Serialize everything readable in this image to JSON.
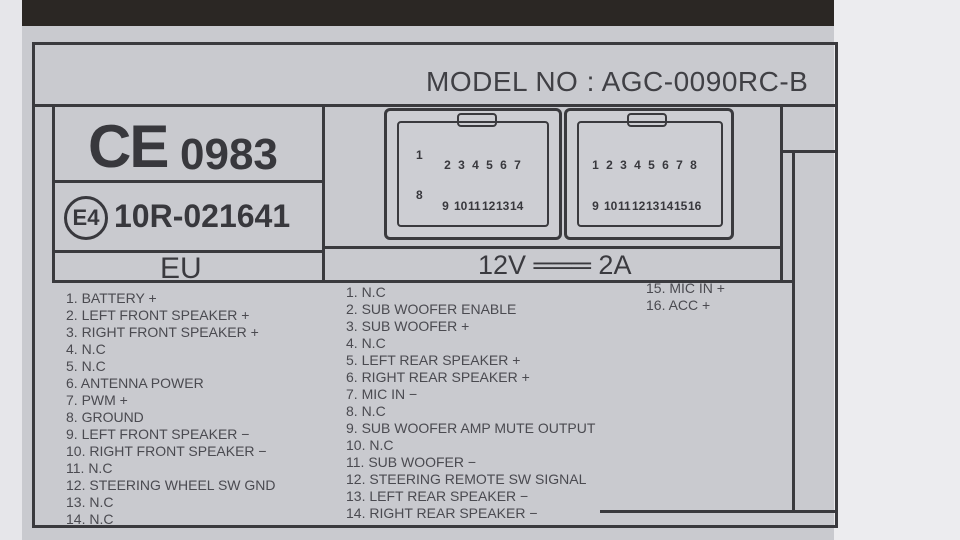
{
  "label": {
    "model": "MODEL NO : AGC-0090RC-B",
    "ce_mark": "CE",
    "ce_number": "0983",
    "e_mark": "E4",
    "e_number": "10R-021641",
    "region": "EU",
    "power": "12V ═══ 2A"
  },
  "connector_a": {
    "top_pins": [
      "2",
      "3",
      "4",
      "5",
      "6",
      "7"
    ],
    "bottom_pins": [
      "9",
      "10",
      "11",
      "12",
      "13",
      "14"
    ],
    "pin_top_left": "1",
    "pin_bottom_left": "8"
  },
  "connector_b": {
    "top_pins": [
      "1",
      "2",
      "3",
      "4",
      "5",
      "6",
      "7",
      "8"
    ],
    "bottom_pins": [
      "9",
      "10",
      "11",
      "12",
      "13",
      "14",
      "15",
      "16"
    ]
  },
  "pins_col1": [
    "1. BATTERY +",
    "2. LEFT FRONT SPEAKER +",
    "3. RIGHT FRONT SPEAKER +",
    "4. N.C",
    "5. N.C",
    "6. ANTENNA POWER",
    "7. PWM +",
    "8. GROUND",
    "9. LEFT FRONT SPEAKER −",
    "10. RIGHT FRONT SPEAKER −",
    "11. N.C",
    "12. STEERING WHEEL SW GND",
    "13. N.C",
    "14. N.C"
  ],
  "pins_col2": [
    "1. N.C",
    "2. SUB WOOFER ENABLE",
    "3. SUB WOOFER +",
    "4. N.C",
    "5. LEFT REAR SPEAKER +",
    "6. RIGHT REAR SPEAKER +",
    "7. MIC IN −",
    "8. N.C",
    "9. SUB WOOFER AMP MUTE OUTPUT",
    "10. N.C",
    "11. SUB WOOFER −",
    "12. STEERING REMOTE SW SIGNAL",
    "13. LEFT REAR SPEAKER −",
    "14. RIGHT REAR SPEAKER −"
  ],
  "pins_col3": [
    "15. MIC IN +",
    "16. ACC +"
  ]
}
